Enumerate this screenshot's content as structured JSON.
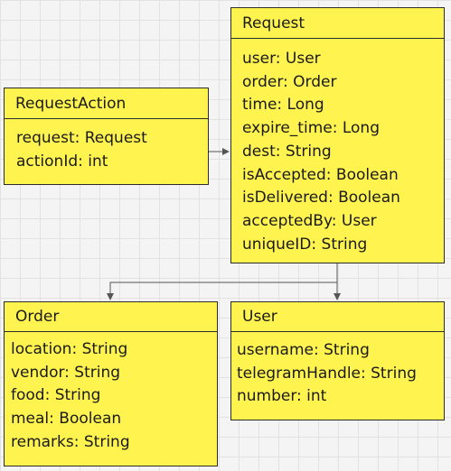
{
  "classes": {
    "request_action": {
      "name": "RequestAction",
      "fields": [
        "request: Request",
        "actionId: int"
      ]
    },
    "request": {
      "name": "Request",
      "fields": [
        "user: User",
        "order: Order",
        "time: Long",
        "expire_time: Long",
        "dest: String",
        "isAccepted: Boolean",
        "isDelivered: Boolean",
        "acceptedBy: User",
        "uniqueID: String"
      ]
    },
    "order": {
      "name": "Order",
      "fields": [
        "location: String",
        "vendor: String",
        "food: String",
        "meal: Boolean",
        "remarks: String"
      ]
    },
    "user": {
      "name": "User",
      "fields": [
        "username: String",
        "telegramHandle: String",
        "number: int"
      ]
    }
  },
  "connectors": [
    {
      "from": "RequestAction",
      "to": "Request"
    },
    {
      "from": "Request",
      "to": "Order"
    },
    {
      "from": "Request",
      "to": "User"
    }
  ],
  "colors": {
    "class_fill": "#fff44f",
    "class_border": "#2b2b2b",
    "connector": "#555555",
    "canvas_background": "#f4f4f4"
  }
}
